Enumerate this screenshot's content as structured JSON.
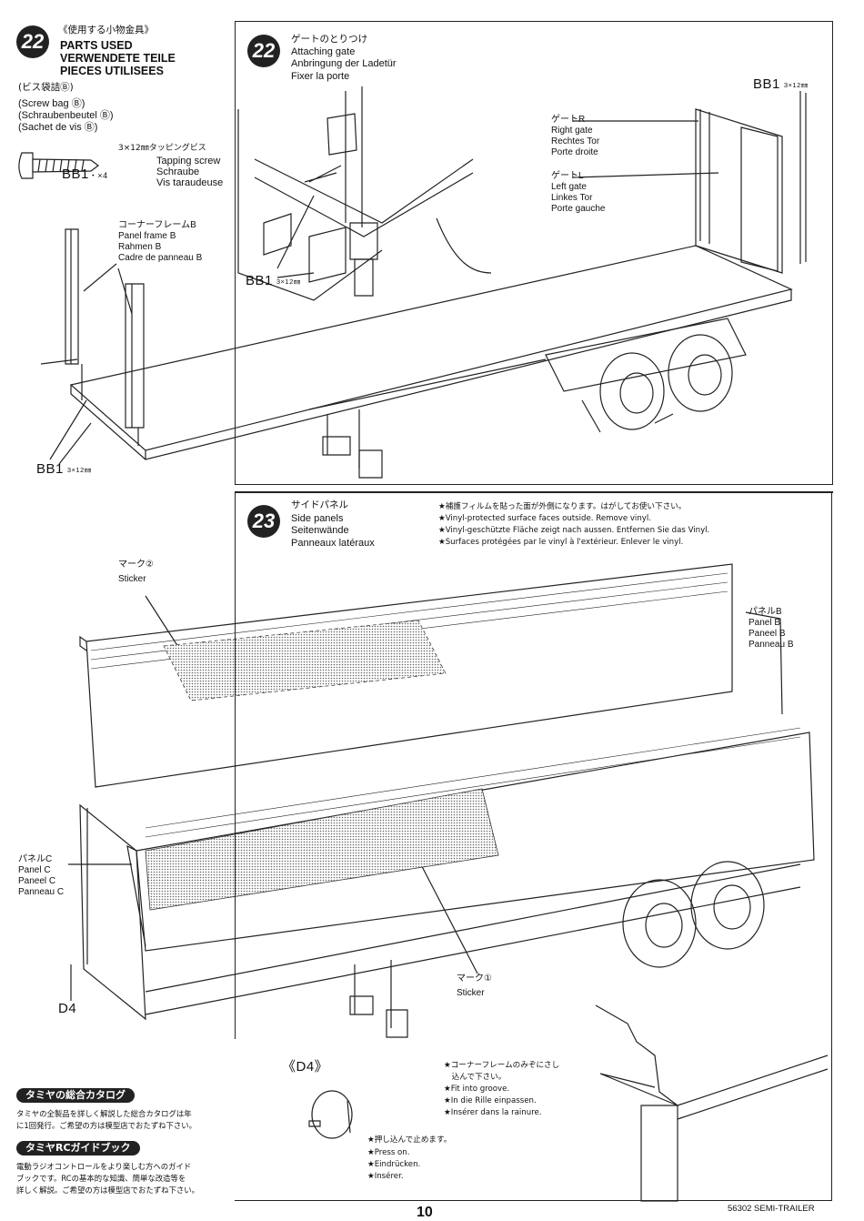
{
  "parts_used": {
    "step": "22",
    "jp_title": "《使用する小物金具》",
    "titles": [
      "PARTS USED",
      "VERWENDETE TEILE",
      "PIECES UTILISEES"
    ],
    "bag_jp": "(ビス袋詰Ⓑ)",
    "bags": [
      "(Screw bag Ⓑ)",
      "(Schraubenbeutel Ⓑ)",
      "(Sachet de vis Ⓑ)"
    ],
    "screw_label": "BB1",
    "screw_qty": "・×4",
    "screw_size_jp": "3×12㎜タッピングビス",
    "screw_names": [
      "Tapping screw",
      "Schraube",
      "Vis taraudeuse"
    ]
  },
  "step22": {
    "number": "22",
    "title_jp": "ゲートのとりつけ",
    "titles": [
      "Attaching gate",
      "Anbringung der Ladetür",
      "Fixer la porte"
    ],
    "bb1_top": "BB1",
    "bb1_top_size": "3×12㎜",
    "bb1_inset": "BB1",
    "bb1_inset_size": "3×12㎜",
    "gate_r": [
      "ゲートR",
      "Right gate",
      "Rechtes Tor",
      "Porte droite"
    ],
    "gate_l": [
      "ゲートL",
      "Left gate",
      "Linkes Tor",
      "Porte gauche"
    ]
  },
  "frame_b": [
    "コーナーフレームB",
    "Panel frame B",
    "Rahmen B",
    "Cadre de panneau B"
  ],
  "bb1_bottom": "BB1",
  "bb1_bottom_size": "3×12㎜",
  "step23": {
    "number": "23",
    "title_jp": "サイドパネル",
    "titles": [
      "Side panels",
      "Seitenwände",
      "Panneaux latéraux"
    ],
    "notes": [
      "★補護フィルムを貼った面が外側になります。はがしてお使い下さい。",
      "★Vinyl-protected surface faces outside. Remove vinyl.",
      "★Vinyl-geschützte Fläche zeigt nach aussen. Entfernen Sie das Vinyl.",
      "★Surfaces protégées par le vinyl à l'extérieur. Enlever le vinyl."
    ],
    "sticker2": [
      "マーク②",
      "Sticker"
    ],
    "panel_b": [
      "パネルB",
      "Panel B",
      "Paneel B",
      "Panneau B"
    ],
    "panel_c": [
      "パネルC",
      "Panel C",
      "Paneel C",
      "Panneau C"
    ],
    "sticker1": [
      "マーク①",
      "Sticker"
    ],
    "d4": "D4",
    "d4_detail": "《D4》",
    "groove": [
      "★コーナーフレームのみぞにさし",
      "　込んで下さい。",
      "★Fit into groove.",
      "★In die Rille einpassen.",
      "★Insérer dans la rainure."
    ],
    "press": [
      "★押し込んで止めます。",
      "★Press on.",
      "★Eindrücken.",
      "★Insérer."
    ]
  },
  "catalog": {
    "badge": "タミヤの総合カタログ",
    "text": [
      "タミヤの全製品を詳しく解説した総合カタログは年",
      "に1回発行。ご希望の方は模型店でおたずね下さい。"
    ]
  },
  "guide": {
    "badge": "タミヤRCガイドブック",
    "text": [
      "電動ラジオコントロールをより楽しむ方へのガイド",
      "ブックです。RCの基本的な知識、簡単な改造等を",
      "詳しく解説。ご希望の方は模型店でおたずね下さい。"
    ]
  },
  "footer": {
    "page": "10",
    "code": "56302 SEMI-TRAILER"
  }
}
